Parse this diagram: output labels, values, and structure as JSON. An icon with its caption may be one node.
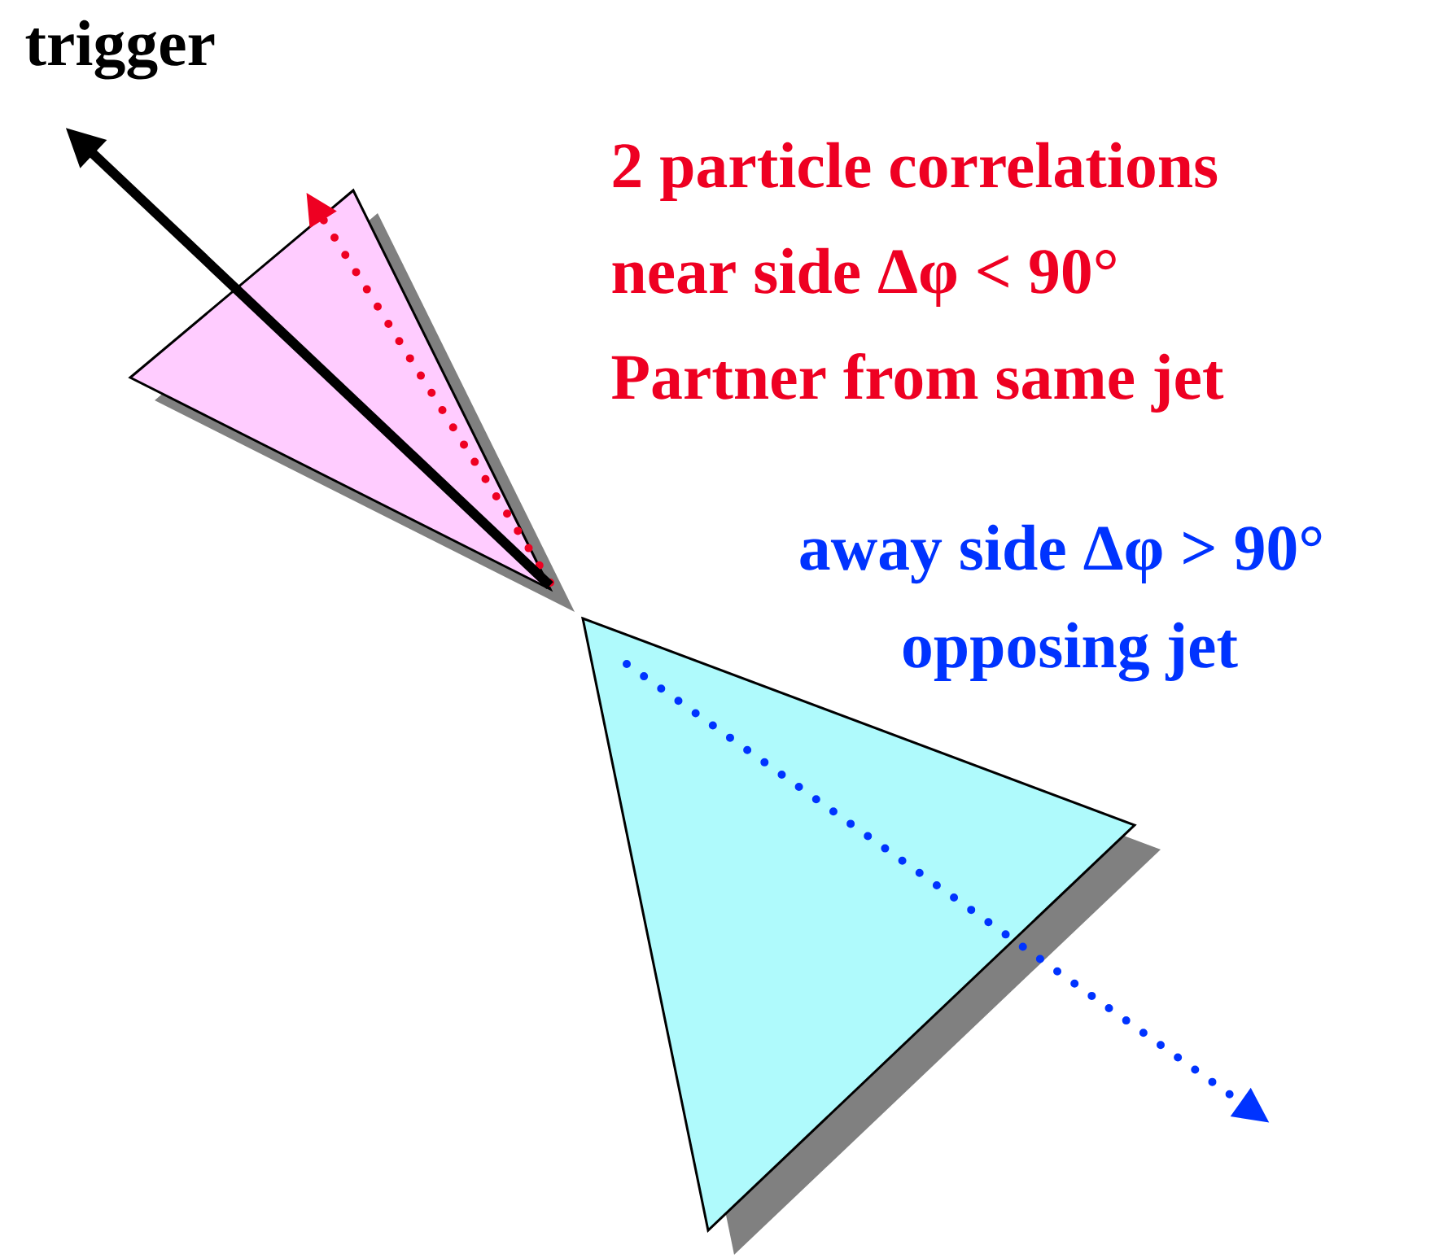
{
  "diagram": {
    "nodes": [
      {
        "text": [
          "trigger"
        ]
      },
      {
        "text": [],
        "shape": "triangle"
      },
      {
        "text": [],
        "shape": "triangle"
      }
    ],
    "edges": [
      {
        "from": 1,
        "to": 0,
        "arrow": "to"
      }
    ],
    "labels": [
      "2 particle correlations",
      "near side Δφ < 90°",
      "Partner from same jet",
      "away side Δφ > 90°",
      "opposing jet"
    ]
  }
}
